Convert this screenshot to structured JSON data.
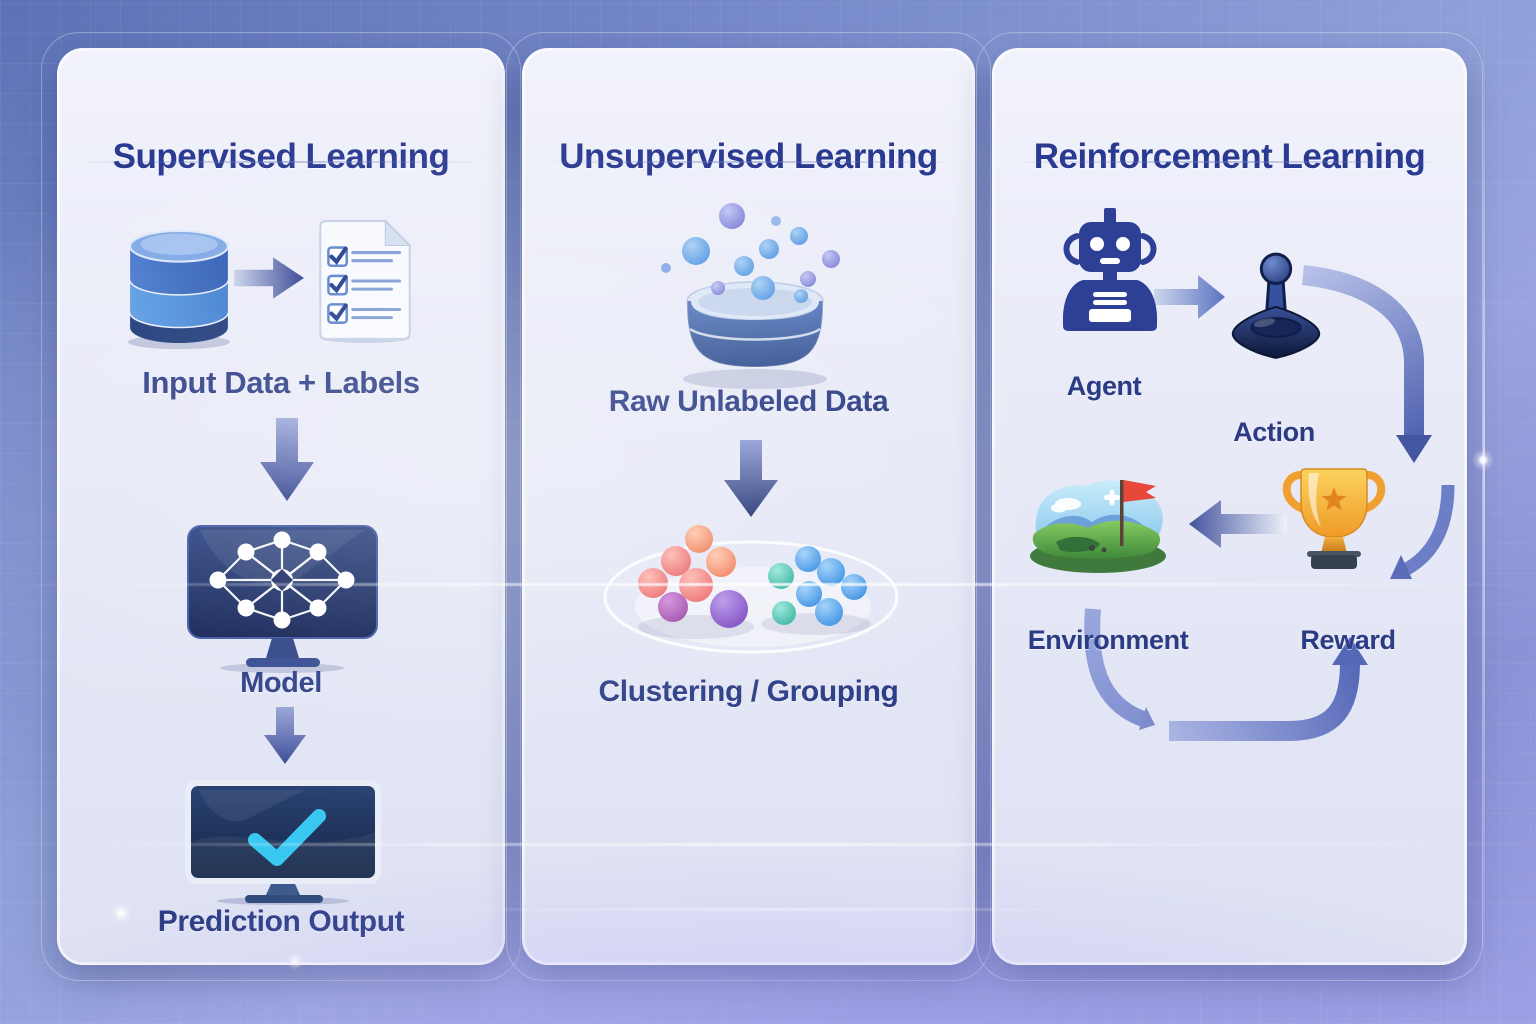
{
  "colors": {
    "title_blue": "#2b3a91",
    "label_navy": "#2b3c85",
    "panel_bg": "#e9ecf8",
    "background_blue": "#7487c8",
    "arrow_dark": "#2e3f8f",
    "arrow_light": "#aab6e0",
    "check_cyan": "#38c8f2",
    "trophy_gold": "#f5b13c",
    "flag_red": "#e84840",
    "cluster_coral": "#f4875f",
    "cluster_purple": "#7e4ec8",
    "cluster_blue": "#3f96e8",
    "cluster_teal": "#35bfa8"
  },
  "panels": [
    {
      "id": "supervised",
      "title": "Supervised Learning",
      "steps": [
        {
          "icons": [
            "database-icon",
            "arrow-right-icon",
            "checklist-icon"
          ],
          "label": "Input Data + Labels"
        },
        {
          "icons": [
            "arrow-down-icon",
            "neural-network-monitor-icon"
          ],
          "label": "Model"
        },
        {
          "icons": [
            "arrow-down-icon",
            "checkmark-monitor-icon"
          ],
          "label": "Prediction Output"
        }
      ]
    },
    {
      "id": "unsupervised",
      "title": "Unsupervised Learning",
      "steps": [
        {
          "icons": [
            "raw-data-bowl-icon"
          ],
          "label": "Raw Unlabeled Data"
        },
        {
          "icons": [
            "arrow-down-icon",
            "clusters-icon"
          ],
          "label": "Clustering / Grouping"
        }
      ]
    },
    {
      "id": "reinforcement",
      "title": "Reinforcement Learning",
      "nodes": [
        {
          "icon": "robot-icon",
          "label": "Agent"
        },
        {
          "icon": "joystick-icon",
          "label": "Action"
        },
        {
          "icon": "landscape-flag-icon",
          "label": "Environment"
        },
        {
          "icon": "trophy-icon",
          "label": "Reward"
        }
      ]
    }
  ]
}
